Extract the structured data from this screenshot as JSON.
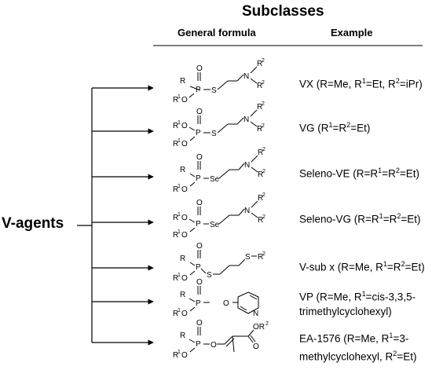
{
  "headers": {
    "title": "Subclasses",
    "col_formula": "General formula",
    "col_example": "Example"
  },
  "root_label": "V-agents",
  "atoms": {
    "R": "R",
    "R1": "R",
    "sup1": "1",
    "R2": "R",
    "sup2": "2",
    "O": "O",
    "P": "P",
    "S": "S",
    "Se": "Se",
    "N": "N",
    "OR2": "OR"
  },
  "examples": {
    "vx": {
      "pre": "VX (R=Me, R",
      "s1": "1",
      "mid": "=Et, R",
      "s2": "2",
      "post": "=iPr)"
    },
    "vg": {
      "pre": "VG (R",
      "s1": "1",
      "mid": "=R",
      "s2": "2",
      "post": "=Et)"
    },
    "seve": {
      "pre": "Seleno-VE (R=R",
      "s1": "1",
      "mid": "=R",
      "s2": "2",
      "post": "=Et)"
    },
    "sevg": {
      "pre": "Seleno-VG (R=R",
      "s1": "1",
      "mid": "=R",
      "s2": "2",
      "post": "=Et)"
    },
    "vsub": {
      "pre": "V-sub x (R=Me, R",
      "s1": "1",
      "mid": "=R",
      "s2": "2",
      "post": "=Et)"
    },
    "vp": {
      "pre": "VP (R=Me, R",
      "s1": "1",
      "post": "=cis-3,3,5-",
      "line2": "trimethylcyclohexyl)"
    },
    "ea": {
      "pre": "EA-1576 (R=Me, R",
      "s1": "1",
      "post": "=3-",
      "line2a": "methylcyclohexyl, R",
      "s2": "2",
      "line2b": "=Et)"
    }
  }
}
